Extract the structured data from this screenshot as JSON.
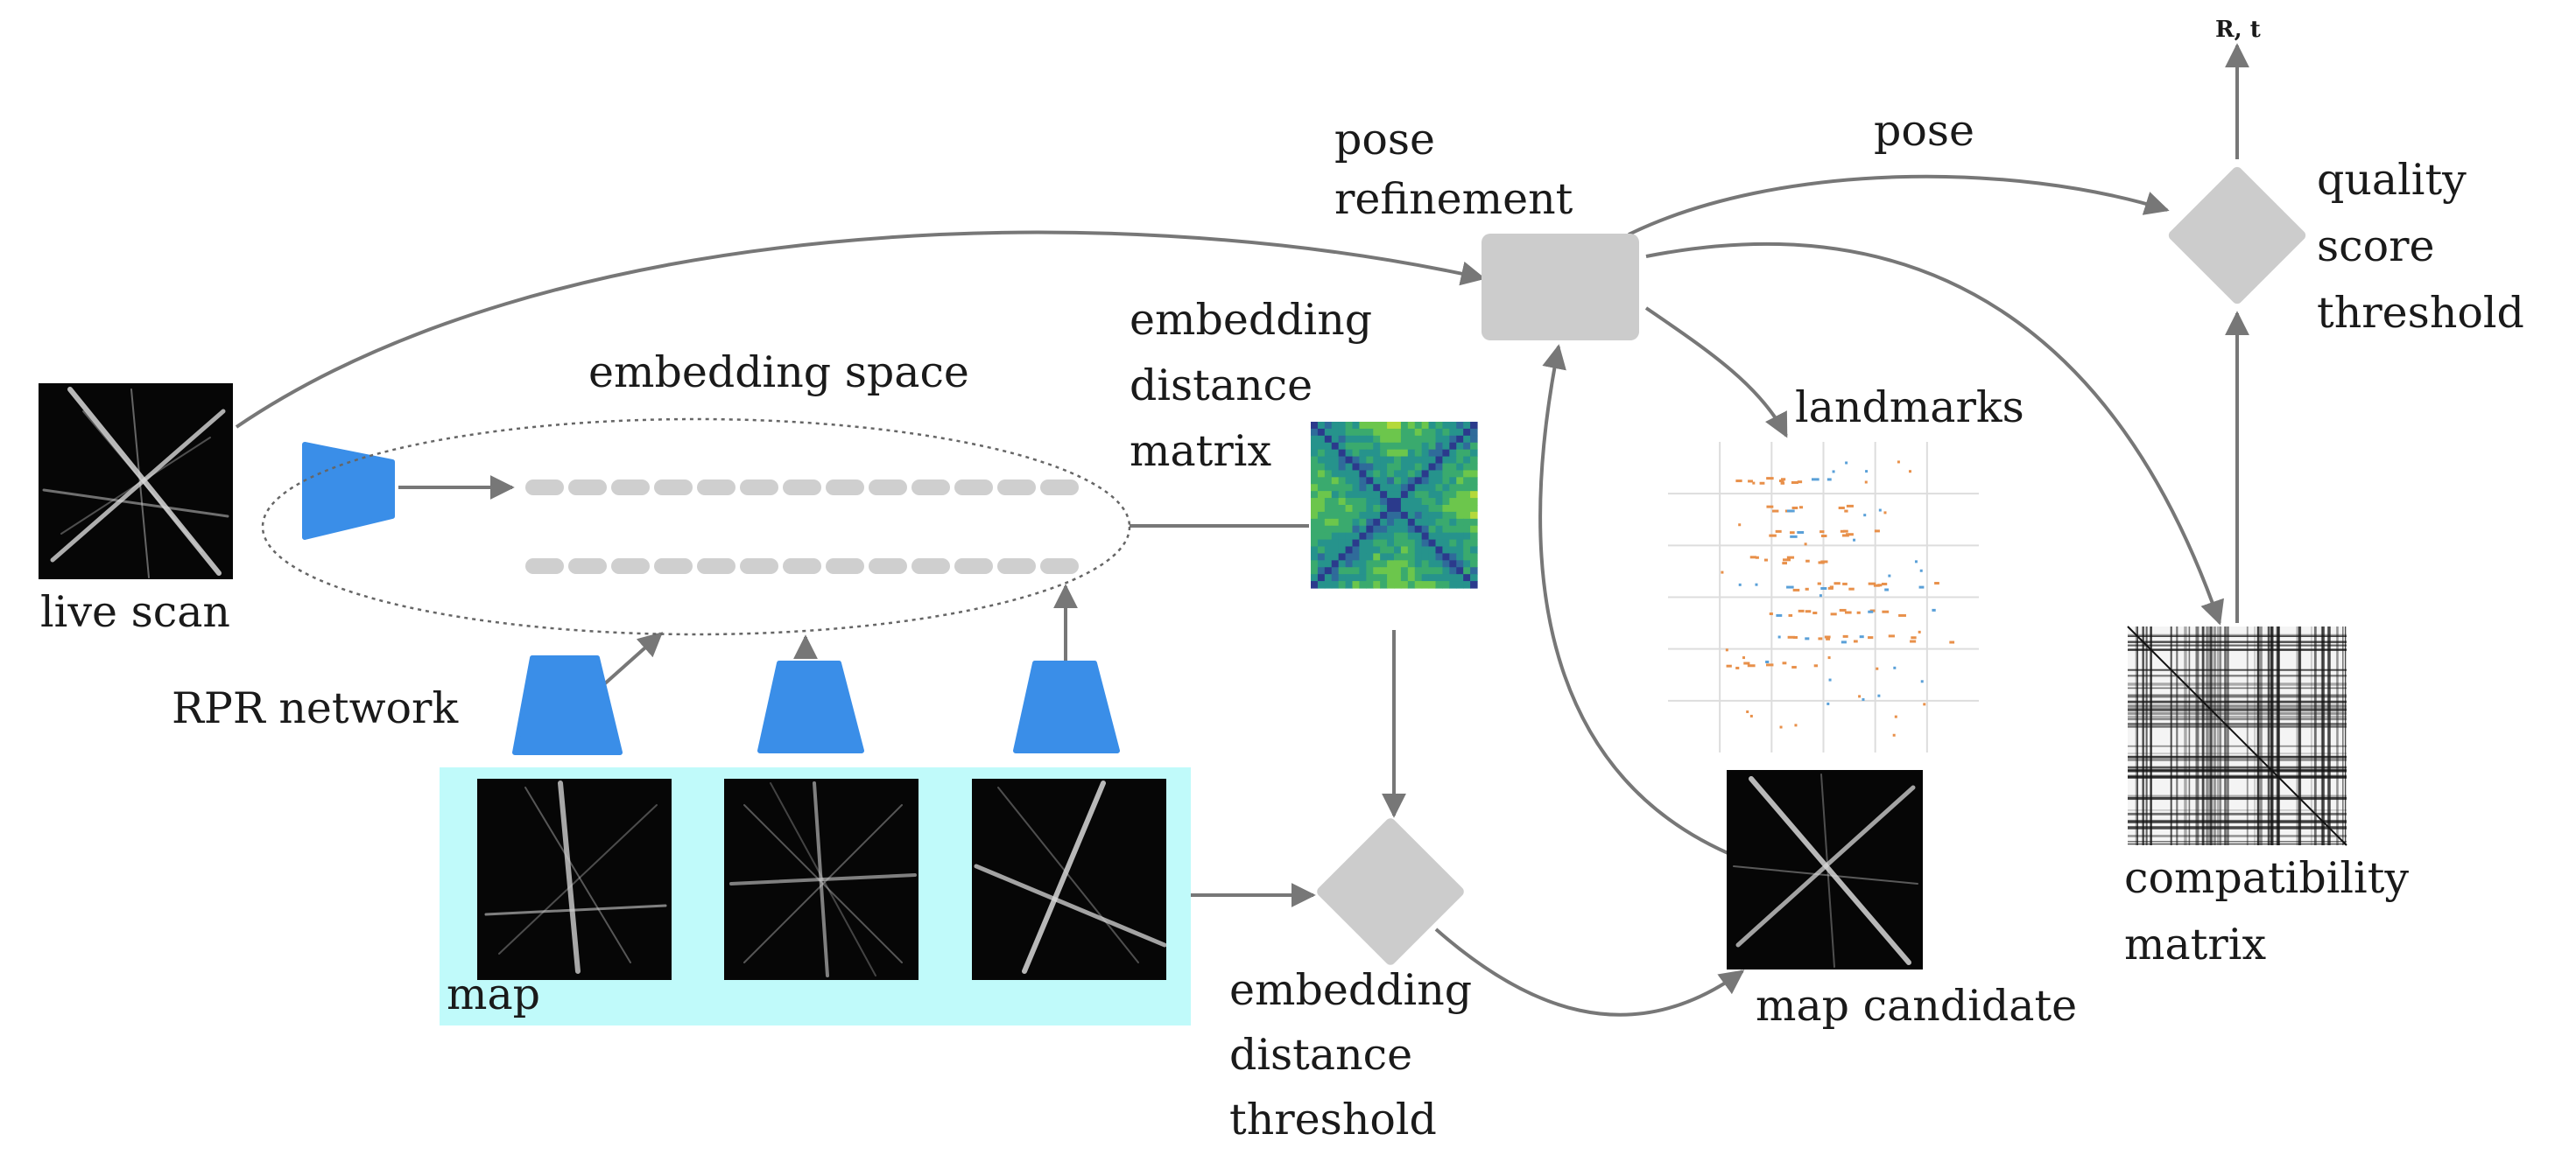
{
  "labels": {
    "live_scan": "live scan",
    "rpr_network": "RPR network",
    "embedding_space": "embedding space",
    "map": "map",
    "embedding_distance_matrix": [
      "embedding",
      "distance",
      "matrix"
    ],
    "pose_refinement": [
      "pose",
      "refinement"
    ],
    "pose": "pose",
    "landmarks": "landmarks",
    "map_candidate": "map candidate",
    "embedding_distance_threshold": [
      "embedding",
      "distance",
      "threshold"
    ],
    "quality_score_threshold": [
      "quality",
      "score",
      "threshold"
    ],
    "compatibility_matrix": [
      "compatibility",
      "matrix"
    ],
    "output": "R, t"
  },
  "colors": {
    "network_blue": "#3a8ee8",
    "map_panel": "#c0fafa",
    "node_gray": "#cccccc",
    "arrow": "#777777",
    "token_gray": "#cfcfcf",
    "landmark_orange": "#e8904a",
    "landmark_blue": "#5aa0d8"
  },
  "embedding_rows": 2,
  "embedding_tokens_per_row": 13
}
